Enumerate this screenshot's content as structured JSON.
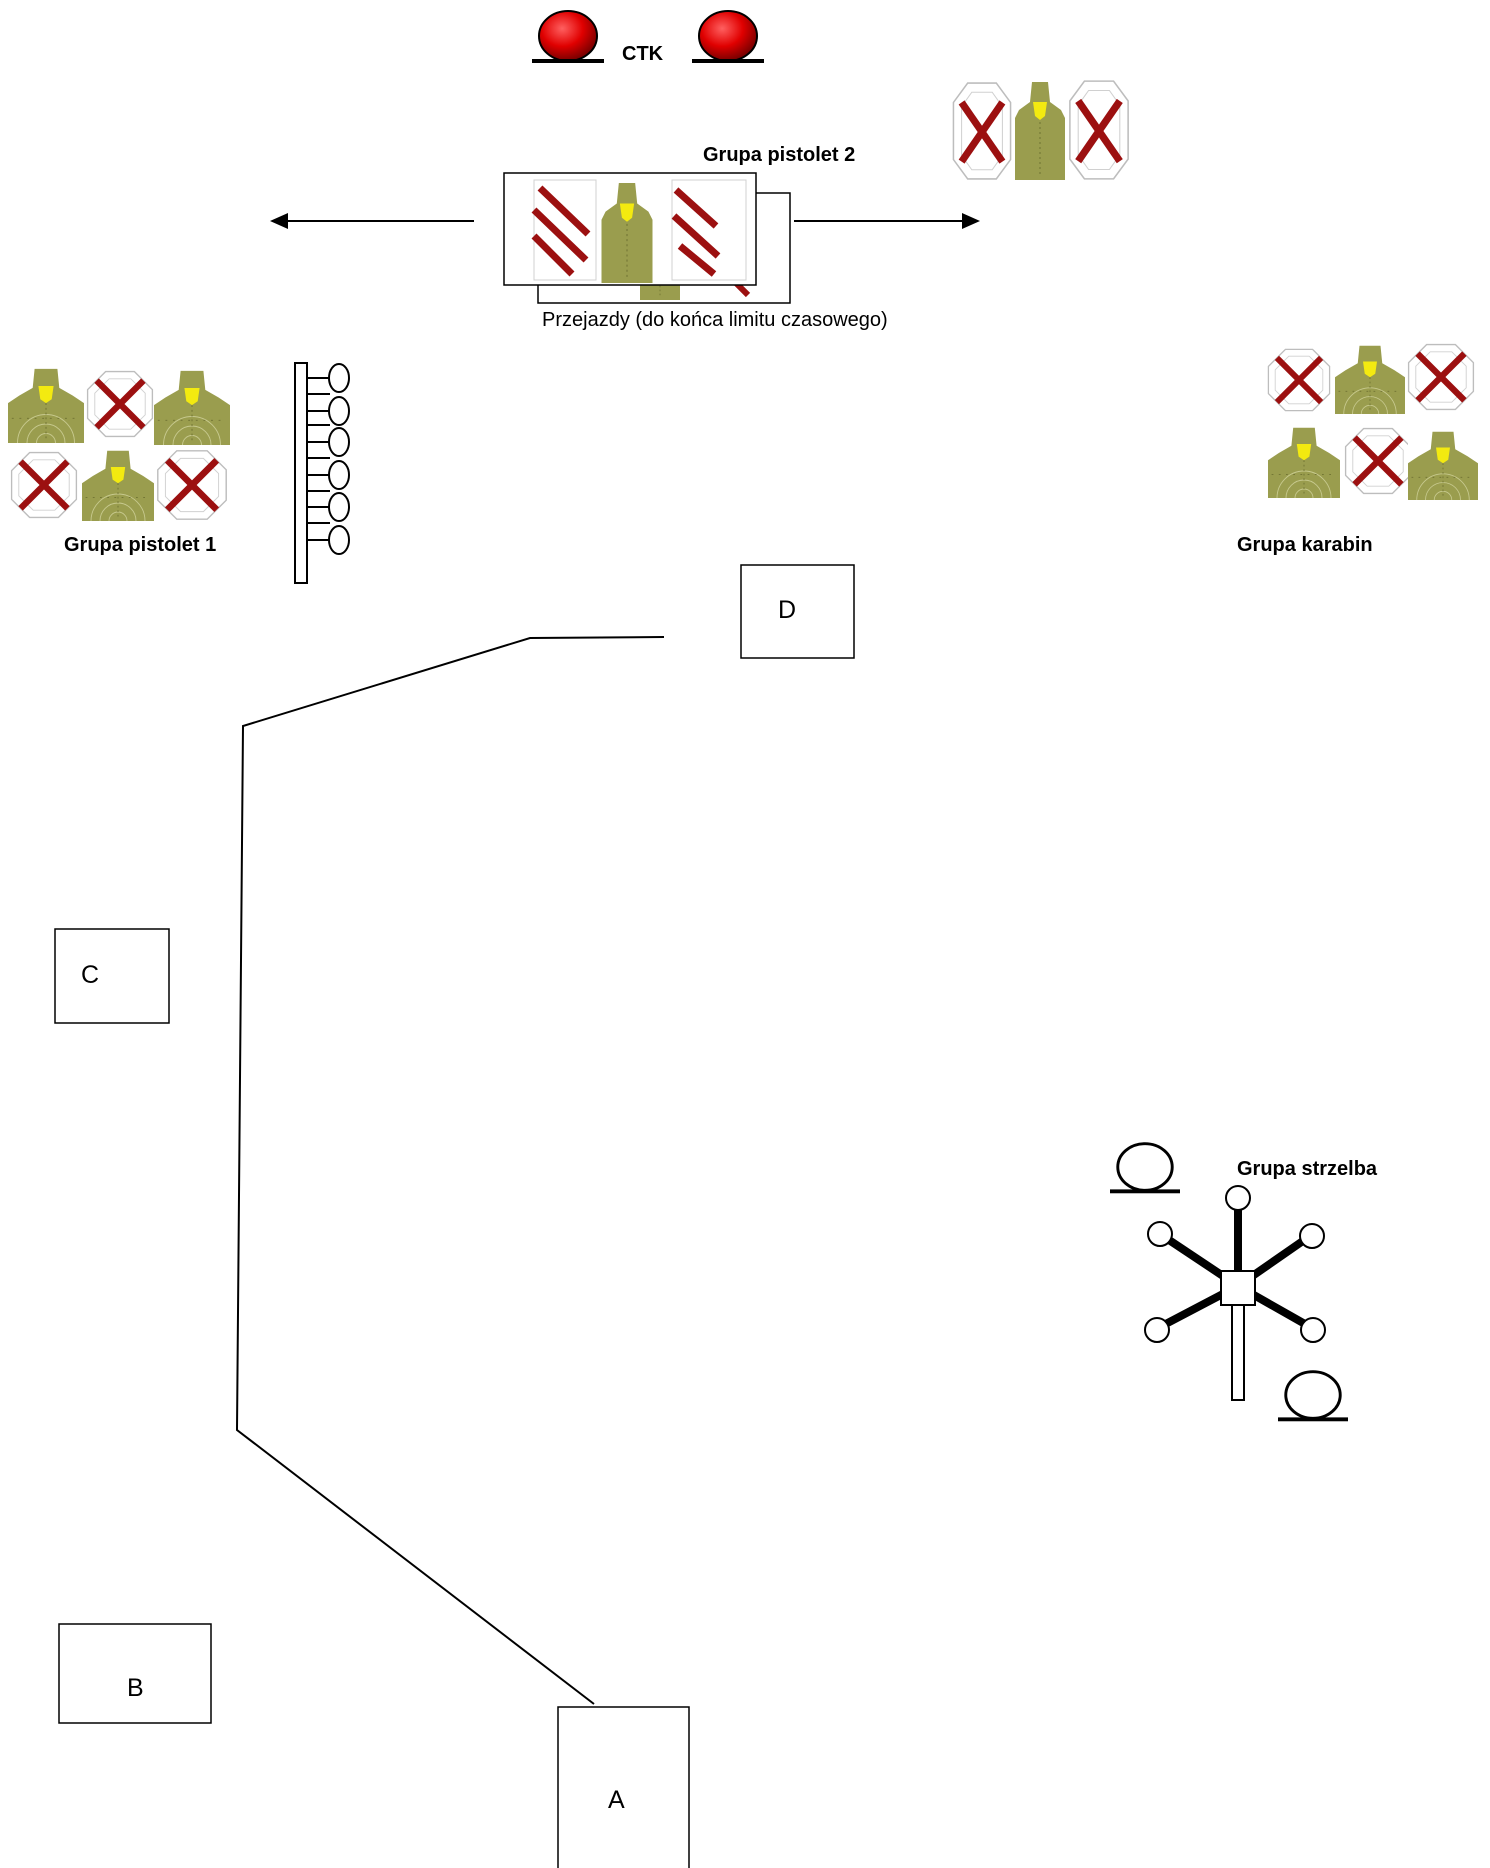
{
  "labels": {
    "ctk": "CTK",
    "grupa_pistolet_2": "Grupa pistolet 2",
    "przejazdy": "Przejazdy (do końca limitu czasowego)",
    "grupa_pistolet_1": "Grupa pistolet 1",
    "grupa_karabin": "Grupa karabin",
    "grupa_strzelba": "Grupa strzelba"
  },
  "boxes": {
    "a": "A",
    "b": "B",
    "c": "C",
    "d": "D"
  },
  "colors": {
    "target_olive": "#9a9d4e",
    "target_olive_dark": "#6f7232",
    "target_yellow": "#f3ea10",
    "no_shoot_cross": "#9c1010",
    "popper_red": "#e00000",
    "line": "#000000"
  },
  "icons": {
    "popper": "red-popper-icon",
    "target": "silhouette-target-icon",
    "no_shoot": "no-shoot-target-icon",
    "plate_rack": "plate-rack-icon",
    "texas_star": "texas-star-icon"
  }
}
